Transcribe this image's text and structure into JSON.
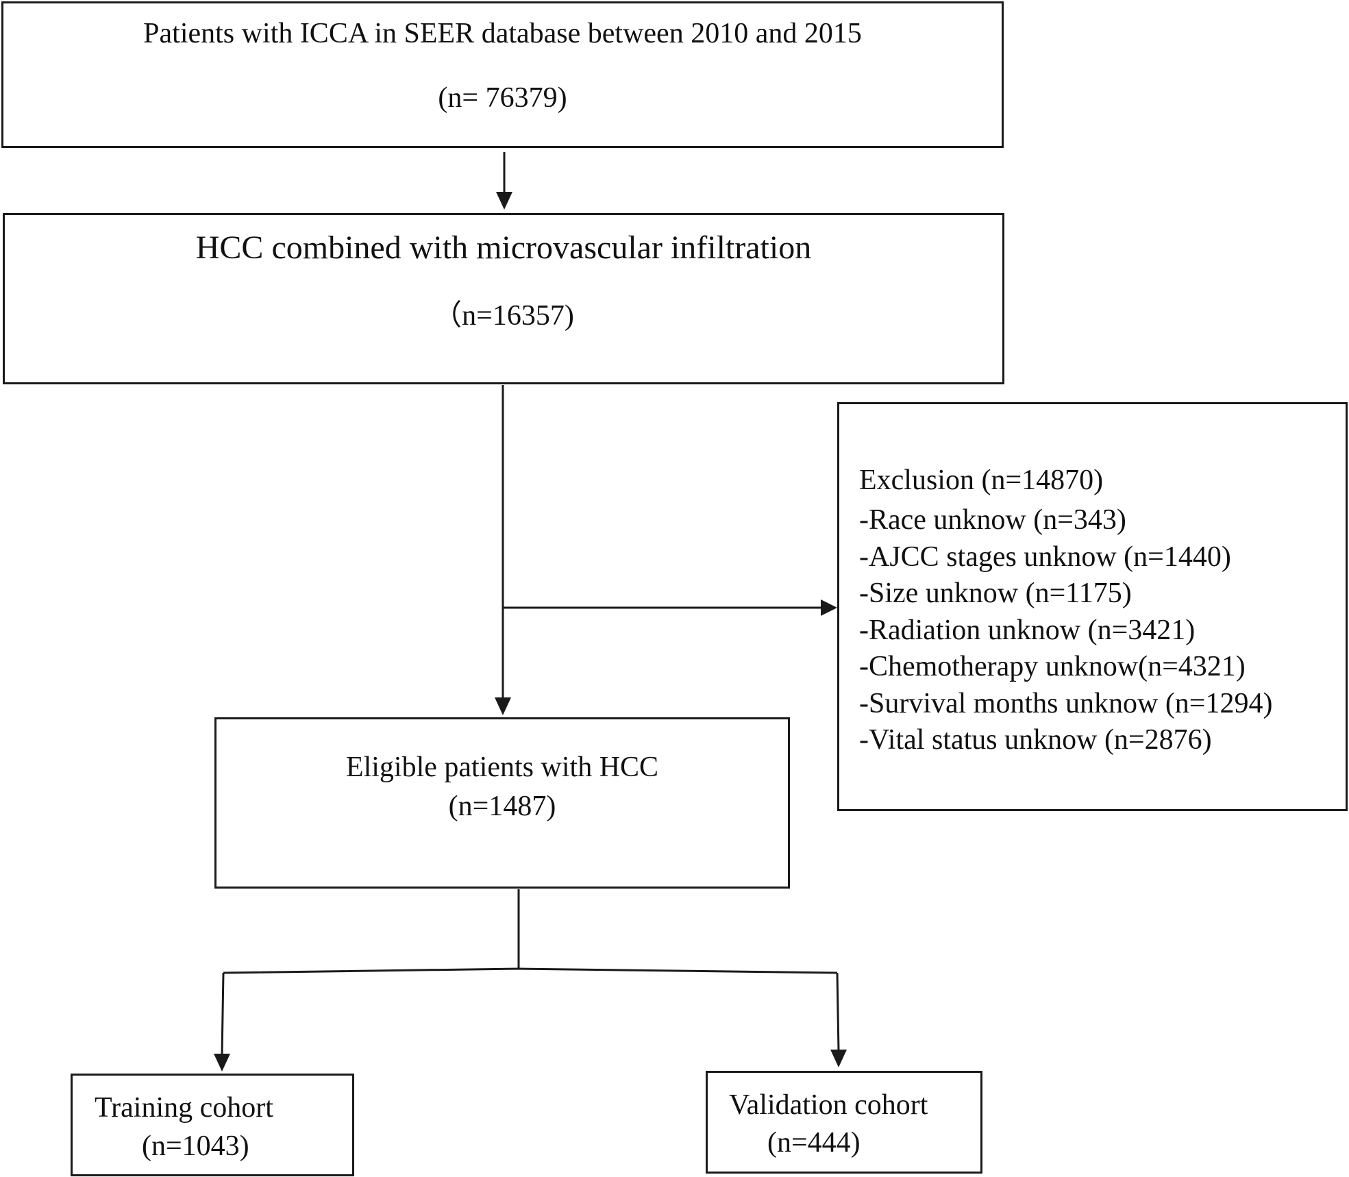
{
  "nodes": {
    "initial": {
      "title": "Patients with ICCA in SEER database between 2010 and 2015",
      "count": "(n= 76379)"
    },
    "microvascular": {
      "title": "HCC combined with microvascular infiltration",
      "count": "（n=16357)"
    },
    "exclusion": {
      "heading": "Exclusion (n=14870)",
      "items": [
        "-Race unknow (n=343)",
        "-AJCC stages unknow (n=1440)",
        "-Size unknow (n=1175)",
        "-Radiation unknow (n=3421)",
        "-Chemotherapy unknow(n=4321)",
        "-Survival months unknow (n=1294)",
        "-Vital status unknow (n=2876)"
      ]
    },
    "eligible": {
      "title": "Eligible patients with HCC",
      "count": "(n=1487)"
    },
    "training": {
      "title": "Training cohort",
      "count": "(n=1043)"
    },
    "validation": {
      "title": "Validation cohort",
      "count": "(n=444)"
    }
  }
}
